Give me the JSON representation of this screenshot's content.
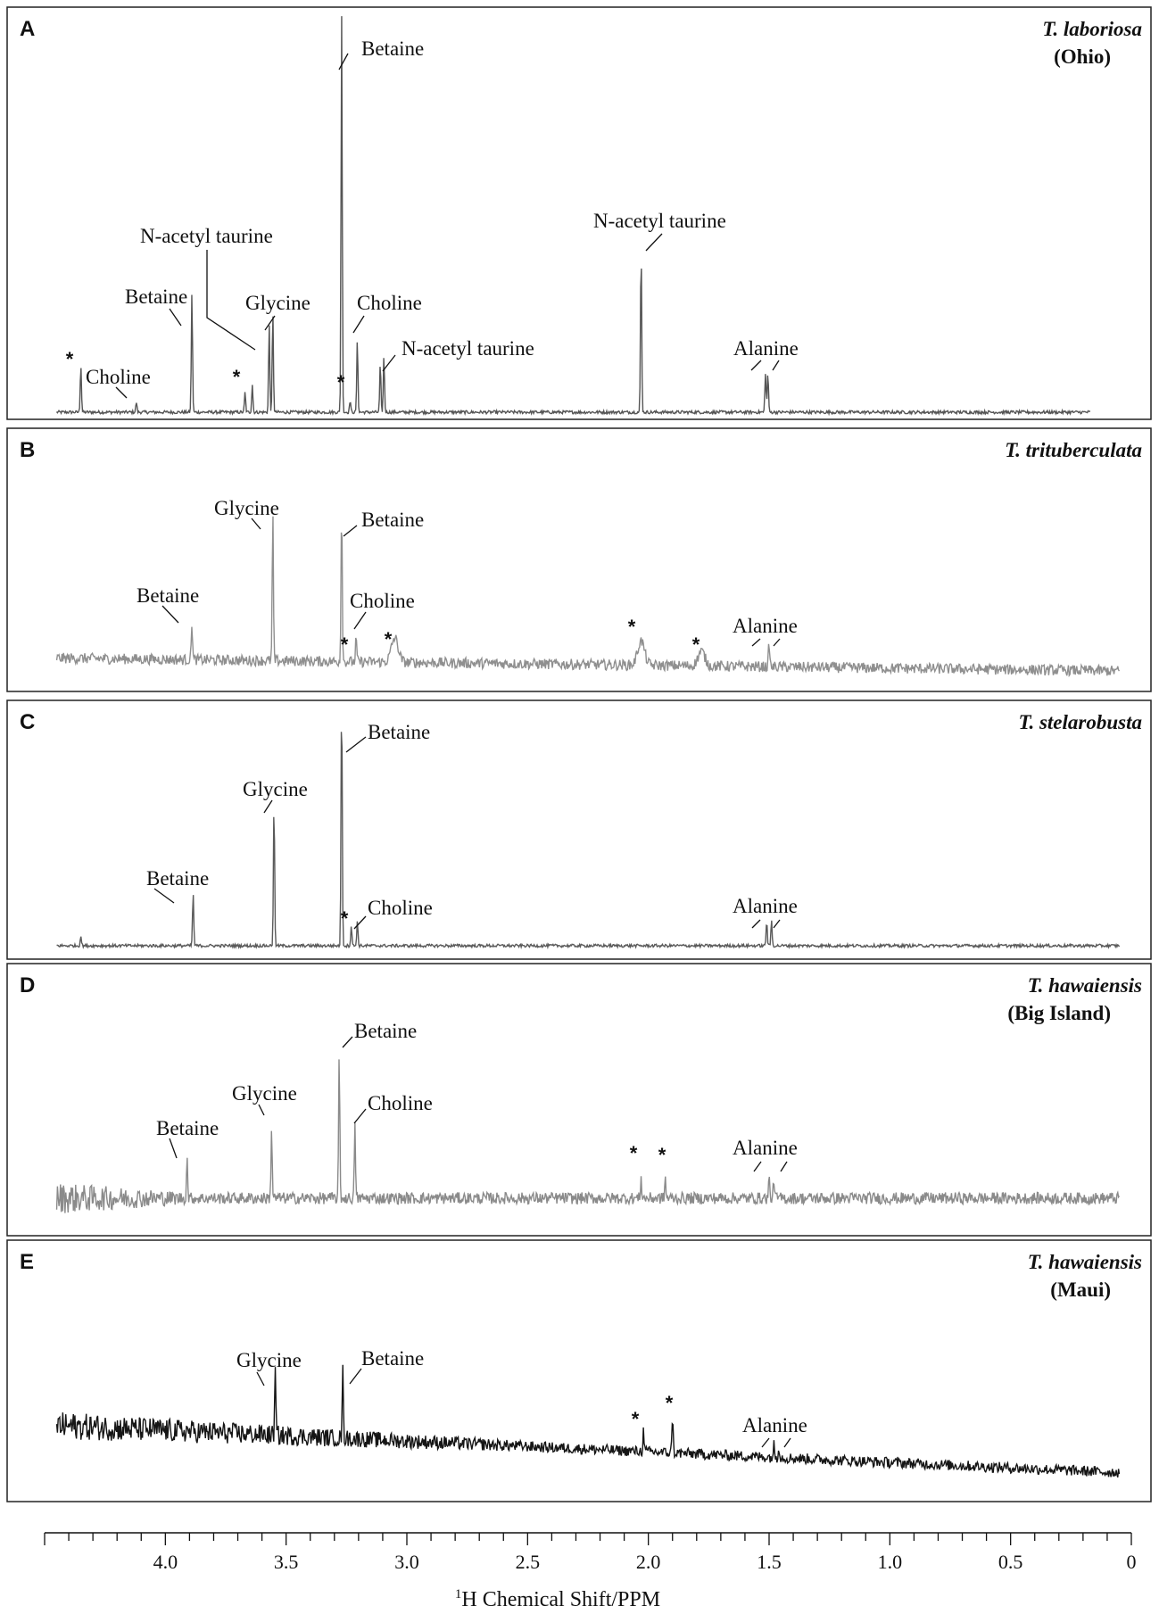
{
  "chart_data": {
    "type": "line",
    "x_axis": {
      "label_sup": "1",
      "label": "H Chemical Shift/PPM",
      "range": [
        4.5,
        0
      ],
      "ticks": [
        {
          "v": 4.0,
          "label": "4.0"
        },
        {
          "v": 3.5,
          "label": "3.5"
        },
        {
          "v": 3.0,
          "label": "3.0"
        },
        {
          "v": 2.5,
          "label": "2.5"
        },
        {
          "v": 2.0,
          "label": "2.0"
        },
        {
          "v": 1.5,
          "label": "1.5"
        },
        {
          "v": 1.0,
          "label": "1.0"
        },
        {
          "v": 0.5,
          "label": "0.5"
        },
        {
          "v": 0,
          "label": "0"
        }
      ],
      "minor_step": 0.1
    },
    "panels": [
      {
        "letter": "A",
        "title_italic": "T. laboriosa",
        "title_sub": "(Ohio)",
        "color": "#555555",
        "noise": 0.004,
        "peaks": [
          {
            "x": 4.35,
            "h": 0.12
          },
          {
            "x": 4.12,
            "h": 0.025
          },
          {
            "x": 3.89,
            "h": 0.3
          },
          {
            "x": 3.67,
            "h": 0.05
          },
          {
            "x": 3.64,
            "h": 0.07
          },
          {
            "x": 3.57,
            "h": 0.22
          },
          {
            "x": 3.555,
            "h": 0.25
          },
          {
            "x": 3.27,
            "h": 1.0
          },
          {
            "x": 3.235,
            "h": 0.03
          },
          {
            "x": 3.205,
            "h": 0.18
          },
          {
            "x": 3.11,
            "h": 0.12
          },
          {
            "x": 3.095,
            "h": 0.14
          },
          {
            "x": 2.03,
            "h": 0.41
          },
          {
            "x": 1.515,
            "h": 0.1
          },
          {
            "x": 1.505,
            "h": 0.1
          }
        ],
        "annotations": [
          {
            "text": "Betaine",
            "x": 3.27
          },
          {
            "text": "Betaine",
            "x": 3.89
          },
          {
            "text": "N-acetyl taurine",
            "x": 3.57
          },
          {
            "text": "Glycine",
            "x": 3.555
          },
          {
            "text": "Choline",
            "x": 3.205
          },
          {
            "text": "N-acetyl taurine",
            "x": 3.095
          },
          {
            "text": "N-acetyl taurine",
            "x": 2.03
          },
          {
            "text": "Choline",
            "x": 4.12
          },
          {
            "text": "Alanine",
            "x": 1.51
          }
        ],
        "stars": [
          4.35,
          3.66,
          3.235
        ]
      },
      {
        "letter": "B",
        "title_italic": "T. trituberculata",
        "title_sub": "",
        "color": "#8f8f8f",
        "noise": 0.022,
        "peaks": [
          {
            "x": 3.89,
            "h": 0.16
          },
          {
            "x": 3.555,
            "h": 0.6
          },
          {
            "x": 3.27,
            "h": 0.65
          },
          {
            "x": 3.21,
            "h": 0.1
          },
          {
            "x": 3.05,
            "h": 0.1
          },
          {
            "x": 2.03,
            "h": 0.1
          },
          {
            "x": 1.78,
            "h": 0.06
          },
          {
            "x": 1.5,
            "h": 0.1
          }
        ],
        "annotations": [
          {
            "text": "Glycine",
            "x": 3.555
          },
          {
            "text": "Betaine",
            "x": 3.27
          },
          {
            "text": "Betaine",
            "x": 3.89
          },
          {
            "text": "Choline",
            "x": 3.21
          },
          {
            "text": "Alanine",
            "x": 1.5
          }
        ],
        "stars": [
          3.235,
          3.05,
          2.03,
          1.78
        ]
      },
      {
        "letter": "C",
        "title_italic": "T. stelarobusta",
        "title_sub": "",
        "color": "#5a5a5a",
        "noise": 0.006,
        "peaks": [
          {
            "x": 4.35,
            "h": 0.04
          },
          {
            "x": 3.885,
            "h": 0.21
          },
          {
            "x": 3.55,
            "h": 0.57
          },
          {
            "x": 3.27,
            "h": 1.0
          },
          {
            "x": 3.23,
            "h": 0.08
          },
          {
            "x": 3.205,
            "h": 0.1
          },
          {
            "x": 1.51,
            "h": 0.1
          },
          {
            "x": 1.49,
            "h": 0.1
          }
        ],
        "annotations": [
          {
            "text": "Betaine",
            "x": 3.27
          },
          {
            "text": "Glycine",
            "x": 3.55
          },
          {
            "text": "Betaine",
            "x": 3.885
          },
          {
            "text": "Choline",
            "x": 3.205
          },
          {
            "text": "Alanine",
            "x": 1.5
          }
        ],
        "stars": [
          3.235
        ]
      },
      {
        "letter": "D",
        "title_italic": "T. hawaiensis",
        "title_sub": "(Big Island)",
        "color": "#8a8a8a",
        "noise": 0.03,
        "peaks": [
          {
            "x": 3.91,
            "h": 0.2
          },
          {
            "x": 3.56,
            "h": 0.36
          },
          {
            "x": 3.28,
            "h": 0.72
          },
          {
            "x": 3.215,
            "h": 0.36
          },
          {
            "x": 2.03,
            "h": 0.1
          },
          {
            "x": 1.93,
            "h": 0.1
          },
          {
            "x": 1.5,
            "h": 0.1
          },
          {
            "x": 1.48,
            "h": 0.1
          }
        ],
        "annotations": [
          {
            "text": "Betaine",
            "x": 3.28
          },
          {
            "text": "Glycine",
            "x": 3.56
          },
          {
            "text": "Choline",
            "x": 3.215
          },
          {
            "text": "Betaine",
            "x": 3.91
          },
          {
            "text": "Alanine",
            "x": 1.49
          }
        ],
        "stars": [
          2.03,
          1.93
        ]
      },
      {
        "letter": "E",
        "title_italic": "T. hawaiensis",
        "title_sub": "(Maui)",
        "color": "#151515",
        "noise": 0.03,
        "peaks": [
          {
            "x": 3.545,
            "h": 0.34
          },
          {
            "x": 3.265,
            "h": 0.37
          },
          {
            "x": 2.02,
            "h": 0.12
          },
          {
            "x": 1.9,
            "h": 0.21
          },
          {
            "x": 1.48,
            "h": 0.07
          },
          {
            "x": 1.46,
            "h": 0.07
          }
        ],
        "annotations": [
          {
            "text": "Glycine",
            "x": 3.545
          },
          {
            "text": "Betaine",
            "x": 3.265
          },
          {
            "text": "Alanine",
            "x": 1.47
          }
        ],
        "stars": [
          2.02,
          1.9
        ]
      }
    ]
  }
}
